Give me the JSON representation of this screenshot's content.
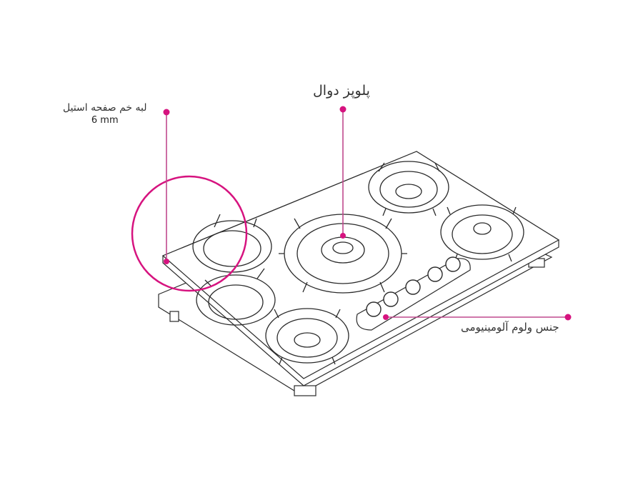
{
  "callouts": {
    "grates": {
      "label": "پلوپز دوال"
    },
    "edge": {
      "label": "لبه خم صفحه استیل",
      "value": "6 mm"
    },
    "knobs": {
      "label": "جنس ولوم آلومینیومی"
    }
  },
  "colors": {
    "accent": "#d6137f",
    "line": "#2a2a2a"
  }
}
